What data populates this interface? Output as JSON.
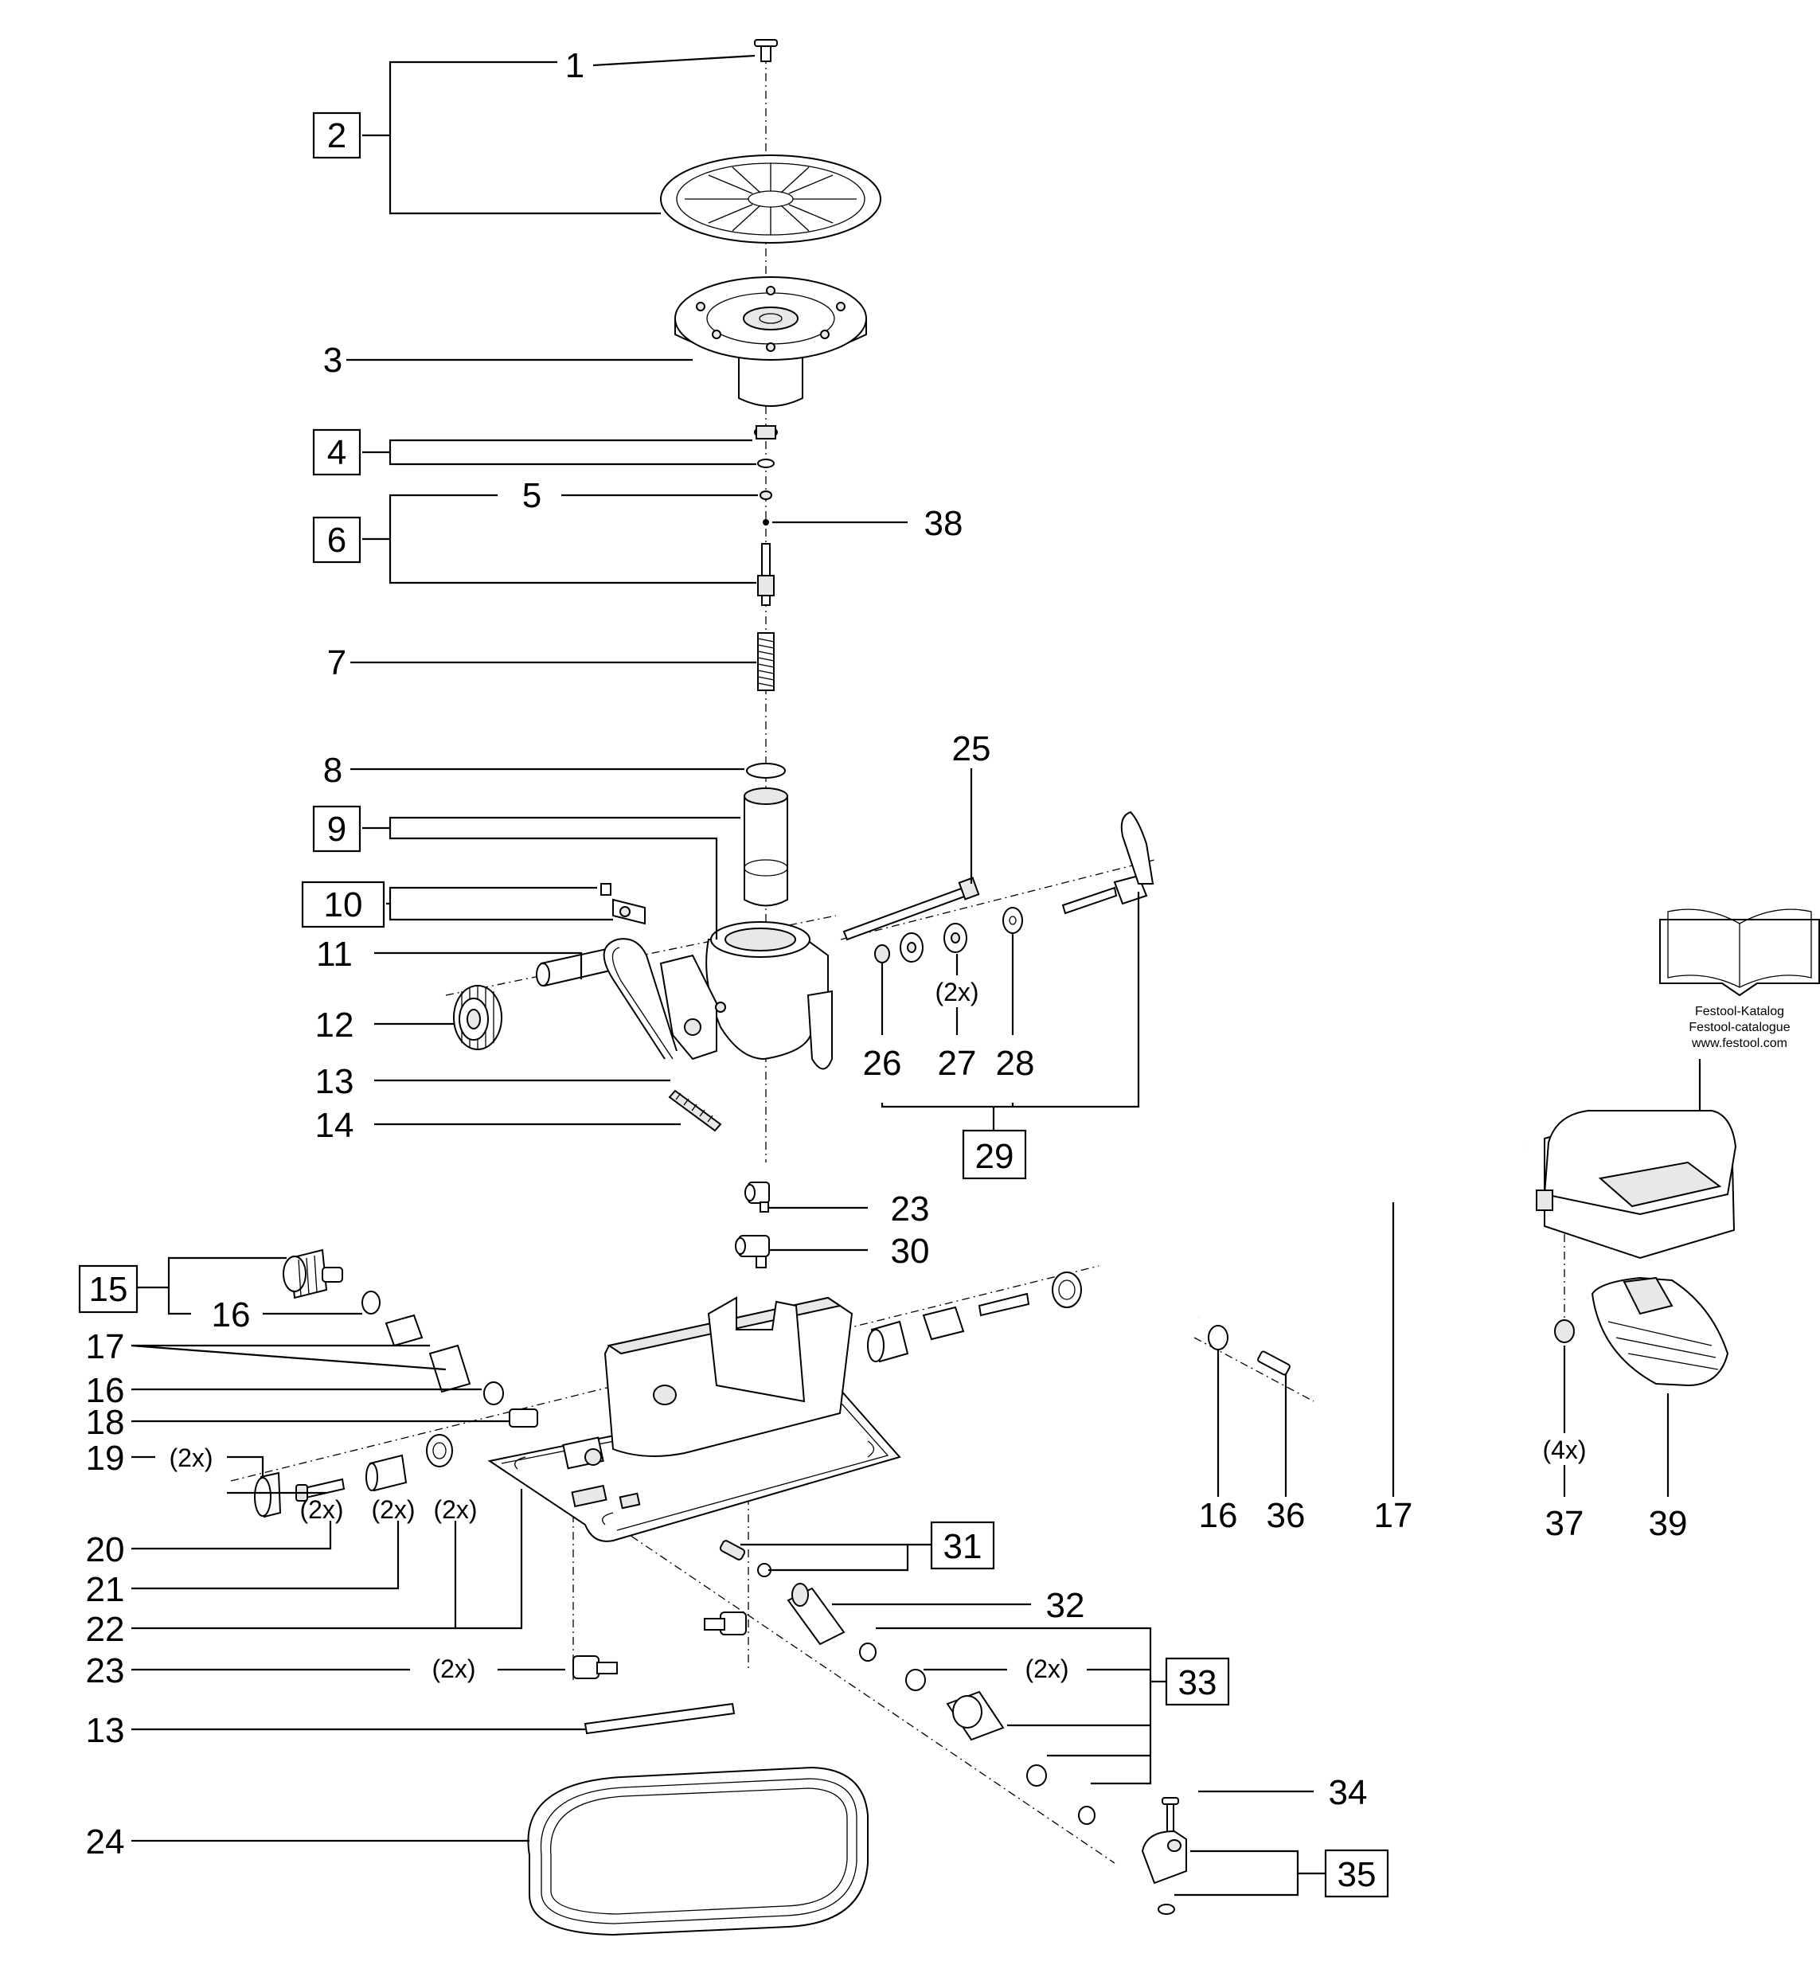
{
  "callouts": [
    {
      "id": "n1",
      "text": "1"
    },
    {
      "id": "n2",
      "text": "2"
    },
    {
      "id": "n3",
      "text": "3"
    },
    {
      "id": "n4",
      "text": "4"
    },
    {
      "id": "n5",
      "text": "5"
    },
    {
      "id": "n6",
      "text": "6"
    },
    {
      "id": "n7",
      "text": "7"
    },
    {
      "id": "n8",
      "text": "8"
    },
    {
      "id": "n9",
      "text": "9"
    },
    {
      "id": "n10",
      "text": "10"
    },
    {
      "id": "n11",
      "text": "11"
    },
    {
      "id": "n12",
      "text": "12"
    },
    {
      "id": "n13a",
      "text": "13"
    },
    {
      "id": "n14",
      "text": "14"
    },
    {
      "id": "n15",
      "text": "15"
    },
    {
      "id": "n16a",
      "text": "16"
    },
    {
      "id": "n17a",
      "text": "17"
    },
    {
      "id": "n16b",
      "text": "16"
    },
    {
      "id": "n18",
      "text": "18"
    },
    {
      "id": "n19",
      "text": "19"
    },
    {
      "id": "n20",
      "text": "20"
    },
    {
      "id": "n21",
      "text": "21"
    },
    {
      "id": "n22",
      "text": "22"
    },
    {
      "id": "n23a",
      "text": "23"
    },
    {
      "id": "n13b",
      "text": "13"
    },
    {
      "id": "n24",
      "text": "24"
    },
    {
      "id": "n23b",
      "text": "23"
    },
    {
      "id": "n30",
      "text": "30"
    },
    {
      "id": "n25",
      "text": "25"
    },
    {
      "id": "n26",
      "text": "26"
    },
    {
      "id": "n27",
      "text": "27"
    },
    {
      "id": "n28",
      "text": "28"
    },
    {
      "id": "n29",
      "text": "29"
    },
    {
      "id": "n38",
      "text": "38"
    },
    {
      "id": "n31",
      "text": "31"
    },
    {
      "id": "n32",
      "text": "32"
    },
    {
      "id": "n33",
      "text": "33"
    },
    {
      "id": "n34",
      "text": "34"
    },
    {
      "id": "n35",
      "text": "35"
    },
    {
      "id": "n16c",
      "text": "16"
    },
    {
      "id": "n36",
      "text": "36"
    },
    {
      "id": "n17b",
      "text": "17"
    },
    {
      "id": "n37",
      "text": "37"
    },
    {
      "id": "n39",
      "text": "39"
    }
  ],
  "quantities": [
    {
      "id": "q27",
      "text": "(2x)"
    },
    {
      "id": "q19",
      "text": "(2x)"
    },
    {
      "id": "q20",
      "text": "(2x)"
    },
    {
      "id": "q21",
      "text": "(2x)"
    },
    {
      "id": "q22",
      "text": "(2x)"
    },
    {
      "id": "q23",
      "text": "(2x)"
    },
    {
      "id": "q33",
      "text": "(2x)"
    },
    {
      "id": "q37",
      "text": "(4x)"
    }
  ],
  "catalog": {
    "line1": "Festool-Katalog",
    "line2": "Festool-catalogue",
    "line3": "www.festool.com",
    "icon": "book-icon"
  }
}
